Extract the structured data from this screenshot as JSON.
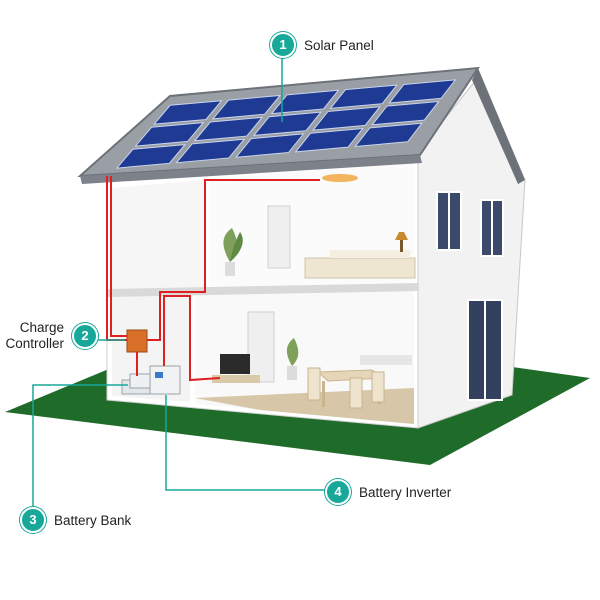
{
  "callouts": [
    {
      "number": "1",
      "label": "Solar Panel"
    },
    {
      "number": "2",
      "label_lines": [
        "Charge",
        "Controller"
      ]
    },
    {
      "number": "3",
      "label": "Battery Bank"
    },
    {
      "number": "4",
      "label": "Battery Inverter"
    }
  ],
  "colors": {
    "accent": "#17a89a",
    "wire": "#e02020",
    "panel": "#1f3a93",
    "ground": "#1f6b2a",
    "roof": "#8a8f96"
  }
}
